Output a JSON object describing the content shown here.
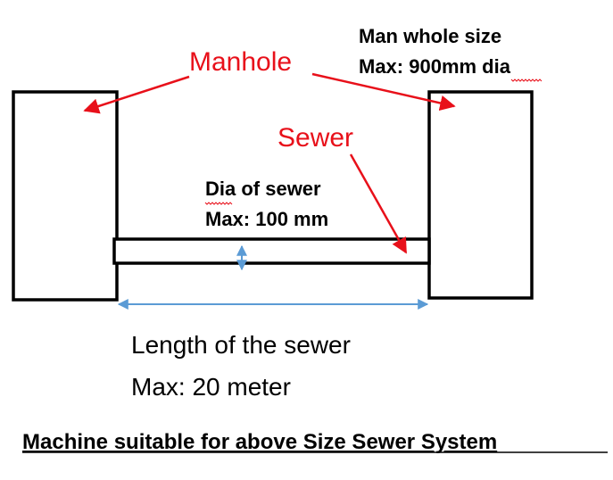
{
  "labels": {
    "manhole": "Manhole",
    "manhole_size_line1": "Man whole size",
    "manhole_size_line2": "Max: 900mm dia",
    "sewer": "Sewer",
    "sewer_dia_line1": "Dia of sewer",
    "sewer_dia_line2": "Max: 100 mm",
    "length_line1": "Length of the sewer",
    "length_line2": "Max: 20 meter",
    "caption": "Machine suitable for above Size Sewer System"
  },
  "colors": {
    "label_red": "#e8101a",
    "dimension_blue": "#5b9bd5",
    "outline_black": "#000000",
    "spellcheck_red": "#e8101a"
  }
}
